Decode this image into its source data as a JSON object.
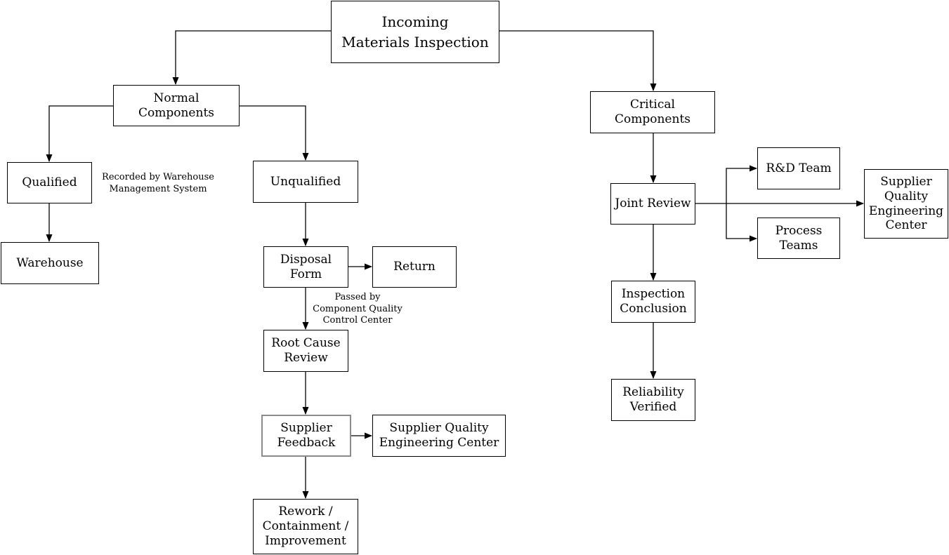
{
  "diagram": {
    "type": "flowchart",
    "title": "Incoming Materials Inspection"
  },
  "nodes": {
    "incoming": {
      "label": "Incoming\nMaterials Inspection"
    },
    "normal": {
      "label": "Normal Components"
    },
    "critical": {
      "label": "Critical Components"
    },
    "qualified": {
      "label": "Qualified"
    },
    "unqualified": {
      "label": "Unqualified"
    },
    "warehouse": {
      "label": "Warehouse"
    },
    "disposal_form": {
      "label": "Disposal\nForm"
    },
    "return": {
      "label": "Return"
    },
    "root_cause_review": {
      "label": "Root Cause\nReview"
    },
    "supplier_feedback": {
      "label": "Supplier\nFeedback"
    },
    "sqec_left": {
      "label": "Supplier Quality\nEngineering Center"
    },
    "rework": {
      "label": "Rework /\nContainment /\nImprovement"
    },
    "joint_review": {
      "label": "Joint Review"
    },
    "rd_team": {
      "label": "R&D Team"
    },
    "process_teams": {
      "label": "Process\nTeams"
    },
    "sqec_right": {
      "label": "Supplier\nQuality\nEngineering\nCenter"
    },
    "inspection_conclusion": {
      "label": "Inspection\nConclusion"
    },
    "reliability_verified": {
      "label": "Reliability\nVerified"
    }
  },
  "edge_labels": {
    "recorded_by": "Recorded by Warehouse\nManagement System",
    "passed_by": "Passed by\nComponent Quality\nControl Center"
  },
  "colors": {
    "background": "#ffffff",
    "text": "#000000",
    "line": "#000000",
    "node_border": "#000000",
    "node_bg": "#ffffff",
    "highlight_border": "#8a8a8a"
  }
}
